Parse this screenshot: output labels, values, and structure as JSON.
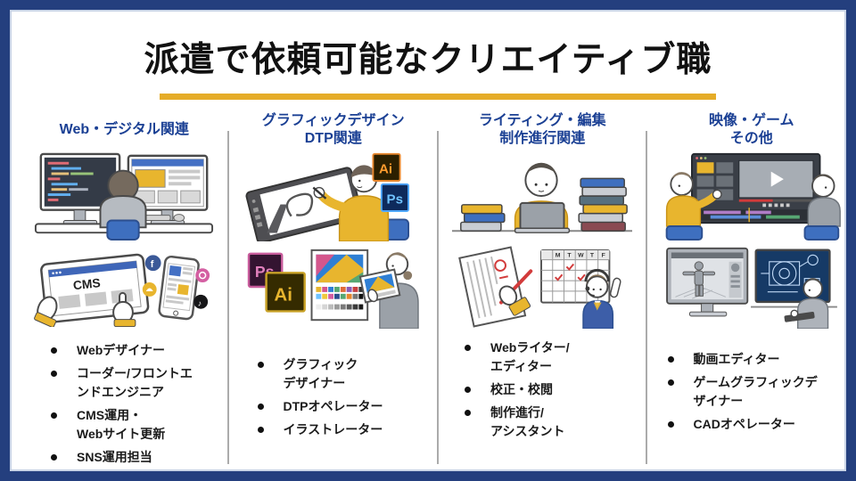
{
  "page": {
    "title": "派遣で依頼可能なクリエイティブ職"
  },
  "columns": [
    {
      "header": "Web・デジタル関連",
      "items": [
        "Webデザイナー",
        "コーダー/フロントエ\nンドエンジニア",
        "CMS運用・\nWebサイト更新",
        "SNS運用担当"
      ]
    },
    {
      "header": "グラフィックデザイン\nDTP関連",
      "items": [
        "グラフィック\nデザイナー",
        "DTPオペレーター",
        "イラストレーター"
      ]
    },
    {
      "header": "ライティング・編集\n制作進行関連",
      "items": [
        "Webライター/\nエディター",
        "校正・校閲",
        "制作進行/\nアシスタント"
      ]
    },
    {
      "header": "映像・ゲーム\nその他",
      "items": [
        "動画エディター",
        "ゲームグラフィックデ\nザイナー",
        "CADオペレーター"
      ]
    }
  ],
  "illustrations": {
    "cms_label": "CMS",
    "ai_label": "Ai",
    "ps_label": "Ps",
    "facebook_label": "f",
    "music_note": "♪",
    "calendar_days": [
      "M",
      "T",
      "W",
      "T",
      "F"
    ]
  },
  "colors": {
    "frame_navy": "#243F7E",
    "accent_gold": "#E5AC28",
    "header_blue": "#1B4094",
    "body_text": "#1A1A1A"
  }
}
